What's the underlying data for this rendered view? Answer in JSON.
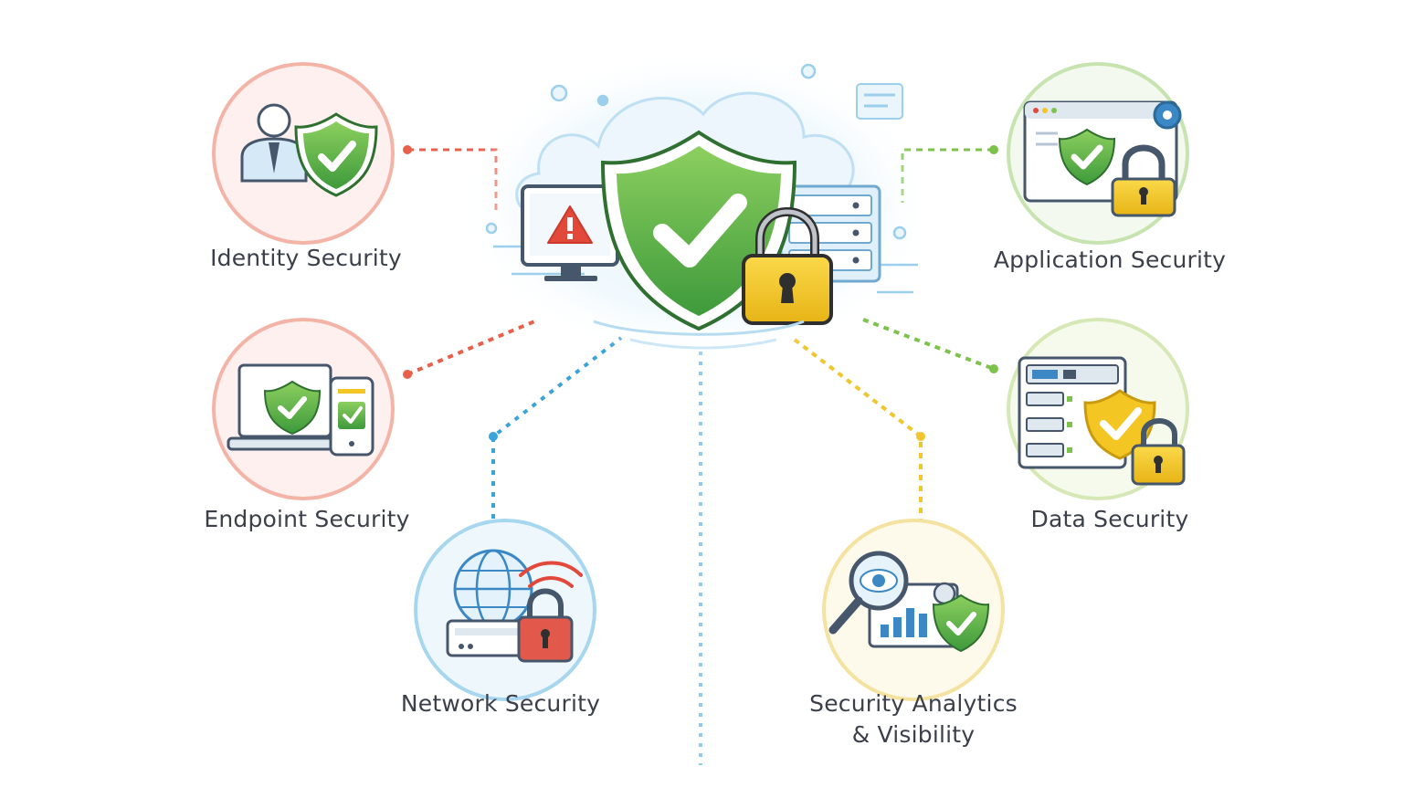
{
  "nodes": {
    "identity": {
      "label": "Identity Security",
      "color": "#e8604a"
    },
    "endpoint": {
      "label": "Endpoint Security",
      "color": "#e8604a"
    },
    "network": {
      "label": "Network Security",
      "color": "#3aa3d9"
    },
    "application": {
      "label": "Application Security",
      "color": "#7cc24b"
    },
    "data": {
      "label": "Data Security",
      "color": "#7cc24b"
    },
    "analytics": {
      "label_line1": "Security Analytics",
      "label_line2": "& Visibility",
      "color": "#f0c62e"
    }
  },
  "colors": {
    "shield_green": "#4fa843",
    "shield_green_light": "#7dc65a",
    "lock_gold": "#f3c623",
    "lock_dark": "#3b3b3b",
    "line_blue": "#6fbce6",
    "warning_red": "#e2493a"
  },
  "icons": {
    "hub": "shield-lock-cloud-icon",
    "identity": "user-shield-icon",
    "endpoint": "laptop-phone-shield-icon",
    "network": "globe-router-lock-icon",
    "application": "browser-shield-lock-icon",
    "data": "server-shield-lock-icon",
    "analytics": "magnifier-chart-shield-icon"
  }
}
